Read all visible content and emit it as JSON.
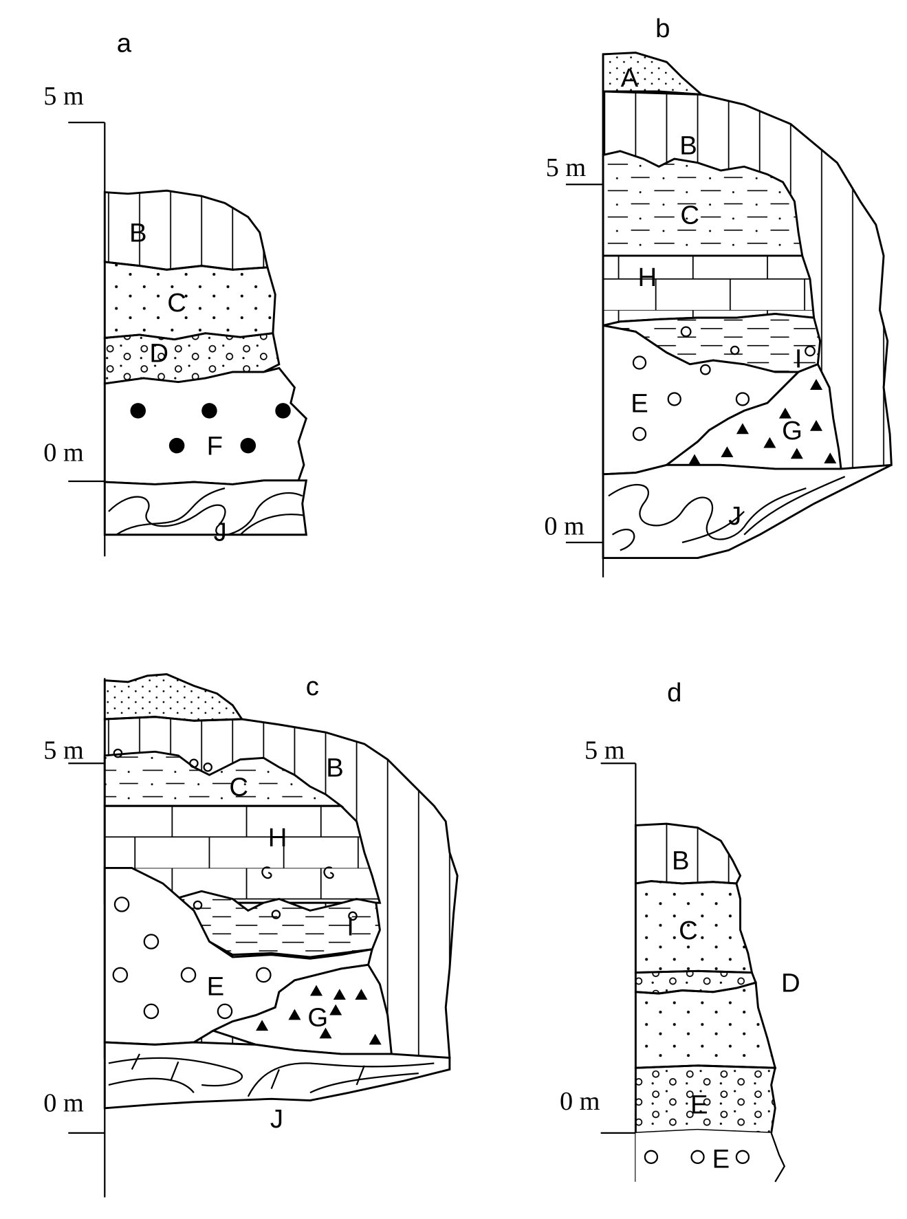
{
  "panels": {
    "a": {
      "title": "a",
      "scale_top": "5 m",
      "scale_bottom": "0 m",
      "layers": [
        "B",
        "C",
        "D",
        "F",
        "J"
      ]
    },
    "b": {
      "title": "b",
      "scale_top": "5 m",
      "scale_bottom": "0 m",
      "layers": [
        "A",
        "B",
        "C",
        "H",
        "I",
        "E",
        "G",
        "J"
      ]
    },
    "c": {
      "title": "c",
      "scale_top": "5 m",
      "scale_bottom": "0 m",
      "layers": [
        "B",
        "C",
        "H",
        "I",
        "E",
        "G",
        "J"
      ]
    },
    "d": {
      "title": "d",
      "scale_top": "5 m",
      "scale_bottom": "0 m",
      "layers": [
        "B",
        "C",
        "D",
        "E",
        "E"
      ]
    }
  }
}
